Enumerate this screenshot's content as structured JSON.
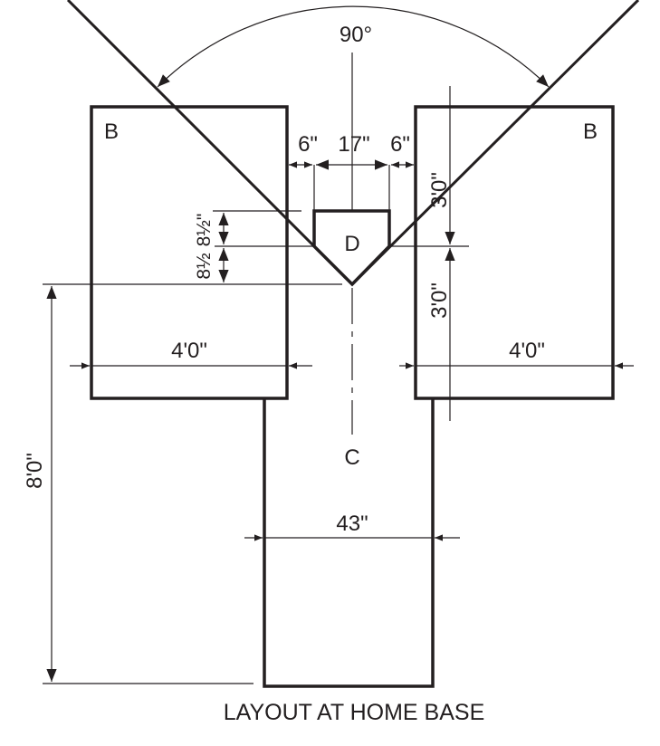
{
  "title": "LAYOUT AT HOME BASE",
  "angle_label": "90°",
  "labels": {
    "batters_box_left": "B",
    "batters_box_right": "B",
    "home_plate": "D",
    "catchers_box": "C"
  },
  "dimensions": {
    "plate_gap_left": "6\"",
    "plate_width": "17\"",
    "plate_gap_right": "6\"",
    "box_front": "3'0\"",
    "box_back": "3'0\"",
    "plate_side": "8½\"",
    "plate_point": "8½",
    "box_width_left": "4'0\"",
    "box_width_right": "4'0\"",
    "catcher_length": "8'0\"",
    "catcher_width": "43\""
  }
}
